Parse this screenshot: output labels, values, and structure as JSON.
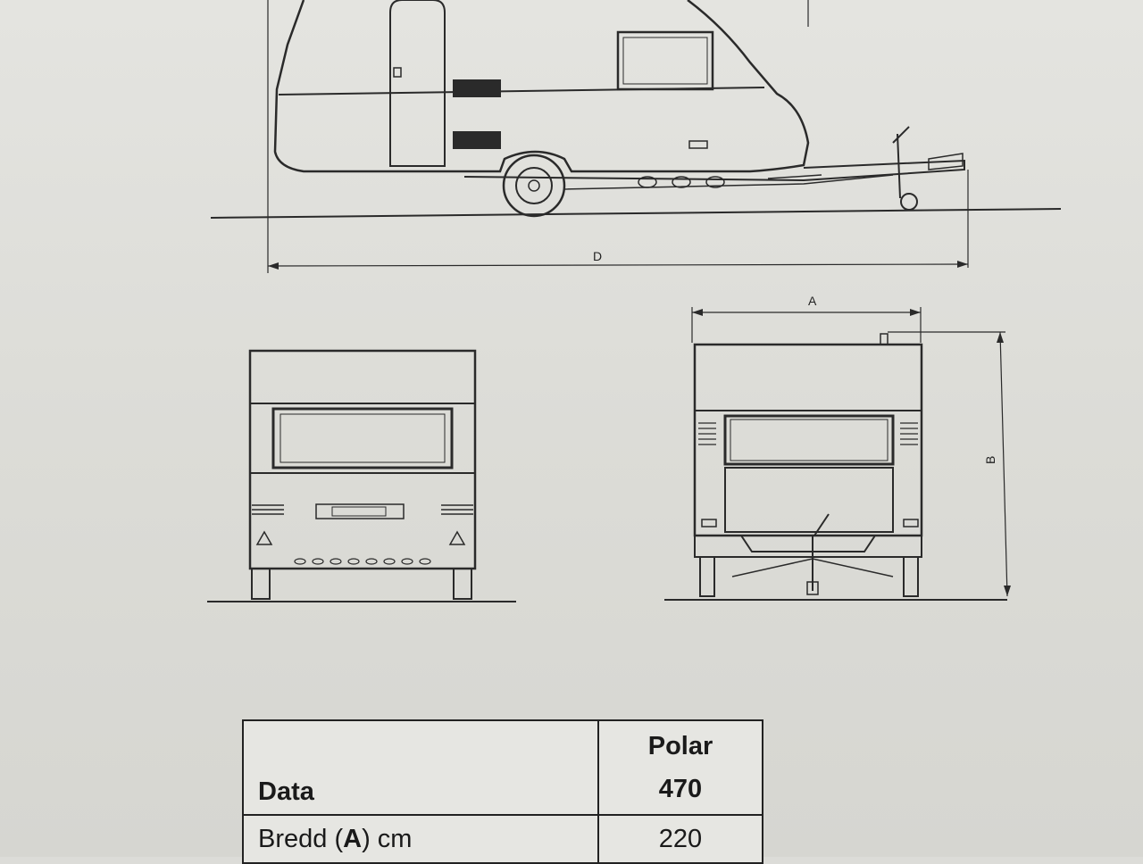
{
  "diagram": {
    "dimension_labels": {
      "length": "D",
      "width": "A",
      "height": "B"
    }
  },
  "table": {
    "header_data": "Data",
    "model_line1": "Polar",
    "model_line2": "470",
    "rows": [
      {
        "label_prefix": "Bredd (",
        "label_bold": "A",
        "label_suffix": ") cm",
        "value": "220"
      }
    ]
  }
}
